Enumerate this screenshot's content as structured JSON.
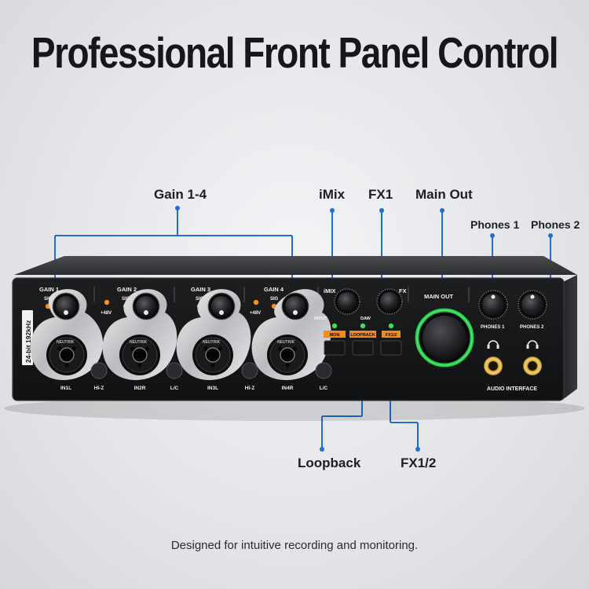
{
  "headline": "Professional Front Panel Control",
  "callouts": {
    "gain": "Gain 1-4",
    "imix": "iMix",
    "fx1": "FX1",
    "main_out": "Main Out",
    "phones1": "Phones 1",
    "phones2": "Phones 2",
    "loopback": "Loopback",
    "fx12": "FX1/2"
  },
  "panel": {
    "badge_bit": "24-bit",
    "badge_rate": "192kHz",
    "gain_labels": [
      "GAIN 1",
      "GAIN 2",
      "GAIN 3",
      "GAIN 4"
    ],
    "sig": "SIG",
    "phantom": "+48V",
    "input_labels": [
      "IN1L",
      "HI-Z",
      "IN2R",
      "L/C",
      "IN3L",
      "HI-Z",
      "IN4R",
      "L/C"
    ],
    "imix": "iMIX",
    "input": "INPUT",
    "daw": "DAW",
    "fx": "FX",
    "mon": "MON",
    "loopback": "LOOPBACK",
    "fx12": "FX1/2",
    "main_out": "MAIN OUT",
    "phones1": "PHONES 1",
    "phones2": "PHONES 2",
    "audio_interface": "AUDIO INTERFACE",
    "xlr_brand": "NEUTRIK"
  },
  "caption": "Designed for intuitive recording and monitoring.",
  "colors": {
    "accent_green": "#22d04a",
    "callout_blue": "#1f6fd6",
    "orange_led": "#ff8a1e",
    "button_orange": "#f08a1c"
  }
}
